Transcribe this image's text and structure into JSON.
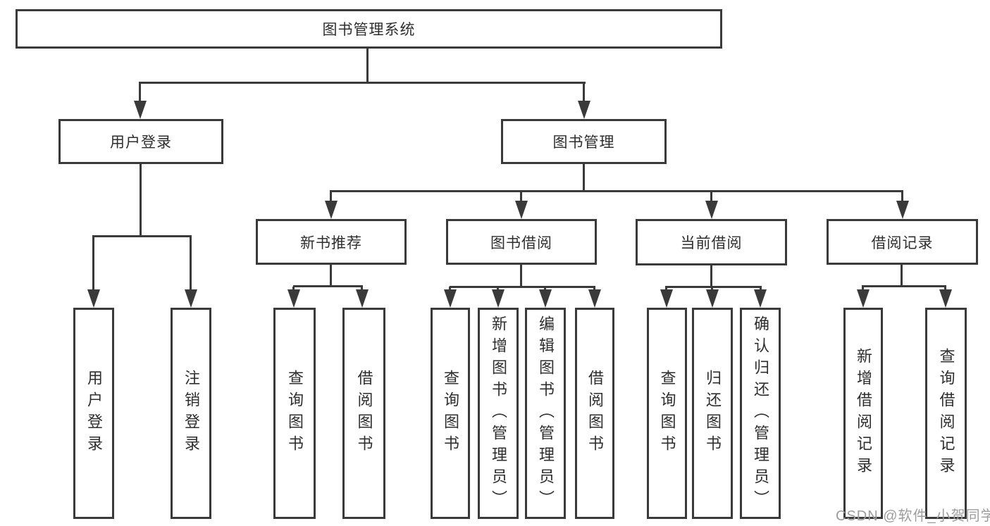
{
  "root": {
    "label": "图书管理系统"
  },
  "level2": {
    "user_login": "用户登录",
    "book_management": "图书管理"
  },
  "level3": {
    "new_book_recommend": "新书推荐",
    "book_borrowing": "图书借阅",
    "current_borrowing": "当前借阅",
    "borrowing_records": "借阅记录"
  },
  "leaves": {
    "user_login": [
      "用户登录",
      "注销登录"
    ],
    "new_book_recommend": [
      "查询图书",
      "借阅图书"
    ],
    "book_borrowing": [
      "查询图书",
      "新增图书（管理员）",
      "编辑图书（管理员）",
      "借阅图书"
    ],
    "current_borrowing": [
      "查询图书",
      "归还图书",
      "确认归还（管理员）"
    ],
    "borrowing_records": [
      "新增借阅记录",
      "查询借阅记录"
    ]
  },
  "watermark": "CSDN @软件_小贺同学",
  "colors": {
    "stroke": "#3a3a3a",
    "text": "#2e2e2e",
    "watermark": "#9d9d9d",
    "background": "#ffffff"
  }
}
